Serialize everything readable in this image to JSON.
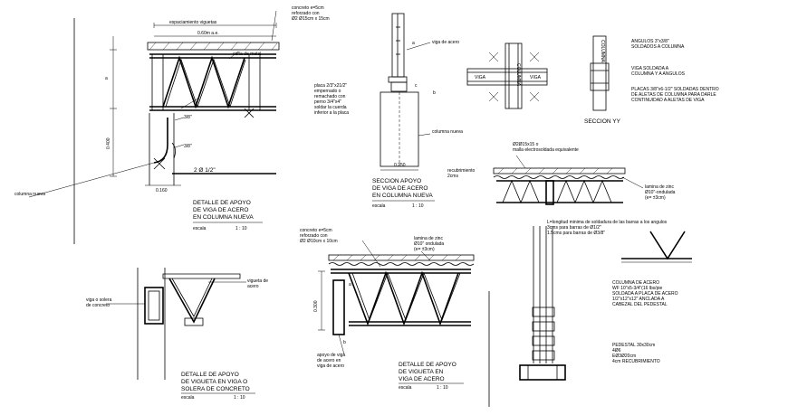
{
  "drawing": {
    "top_left": {
      "dim_top": "espaciamiento viguetas",
      "concrete_note": [
        "concreto e=5cm",
        "reforzado con",
        "Ø2 Ø15cm x 15cm"
      ],
      "dim_width": "0.60m a.e.",
      "metal_label": "cuña de metal",
      "plate_note": [
        "placa 2/3\"x21/2\"",
        "empernado o",
        "remachado con",
        "perno 3/4\"x4\"",
        "soldar la cuerda",
        "inferior a la placa"
      ],
      "weld_a": "3/8\"",
      "weld_b": "3/8\"",
      "bars": "2 Ø 1/2\"",
      "dim_h": "0.400",
      "dim_b": "0.160",
      "new_column": "columna nueva",
      "title": [
        "DETALLE DE APOYO",
        "DE VIGA DE ACERO",
        "EN COLUMNA NUEVA"
      ],
      "scale_label": "escala",
      "scale_value": "1 : 10"
    },
    "top_center": {
      "beam_label": "viga de acero",
      "column_label": "columna nueva",
      "dim_b": "0.250",
      "title": [
        "SECCION APOYO",
        "DE VIGA DE ACERO",
        "EN COLUMNA NUEVA"
      ],
      "scale_label": "escala",
      "scale_value": "1 : 10"
    },
    "top_right": {
      "column_label": "COLUMNA",
      "beam_label": "VIGA",
      "notes": [
        "ANGULOS 3\"x3/8\"",
        "SOLDADOS A COLUMNA",
        "",
        "VIGA SOLDADA A",
        "COLUMNA Y A ANGULOS",
        "",
        "PLACAS 3/8\"x6-1/2\" SOLDADAS DENTRO",
        "DE ALETAS DE COLUMNA PARA DARLE",
        "CONTINUIDAD A ALETAS DE VIGA"
      ],
      "section_title": "SECCION YY"
    },
    "right_slab": {
      "mesh": [
        "Ø2Ø15x15 o",
        "malla electrosoldada equivalente"
      ],
      "cover": [
        "recubrimiento",
        "2cms"
      ],
      "zinc": [
        "lamina de zinc",
        "Ø10\"-ondulada",
        "(e= ±3cm)"
      ],
      "lap": [
        "L=longitud minima de soldadura de las barras a los angulos",
        "3cms para barras de Ø1/2\"",
        "1.5cms para barras de Ø3/8\""
      ]
    },
    "bottom_left": {
      "joist": [
        "vigueta de",
        "acero"
      ],
      "beam": [
        "viga o solera",
        "de concreto"
      ],
      "title": [
        "DETALLE DE APOYO",
        "DE VIGUETA EN VIGA O",
        "SOLERA DE CONCRETO"
      ],
      "scale_label": "escala",
      "scale_value": "1 : 10"
    },
    "bottom_center": {
      "concrete_note": [
        "concreto e=5cm",
        "reforzado con",
        "Ø2 Ø10cm x 10cm"
      ],
      "zinc": [
        "lamina de zinc",
        "Ø10\" ondulada",
        "(e= ±3cm)"
      ],
      "dim_h": "0.300",
      "support": [
        "apoyo de viga",
        "de acero en",
        "viga de acero"
      ],
      "title": [
        "DETALLE DE APOYO",
        "DE VIGUETA EN",
        "VIGA DE ACERO"
      ],
      "scale_label": "escala",
      "scale_value": "1 : 10"
    },
    "bottom_right": {
      "column_note": [
        "COLUMNA DE ACERO",
        "WF 10\"x5-3/4\"(16 lbs/pie",
        "SOLDADA A PLACA DE ACERO",
        "1/2\"x12\"x12\" ANCLADA A",
        "CABEZAL DEL PEDESTAL"
      ],
      "pedestal": [
        "PEDESTAL 30x30cm",
        "4Ø6",
        "EØ3Ø20cm",
        "4cm RECUBRIMIENTO"
      ]
    },
    "markers": {
      "a": "a",
      "b": "b",
      "c": "c"
    }
  }
}
